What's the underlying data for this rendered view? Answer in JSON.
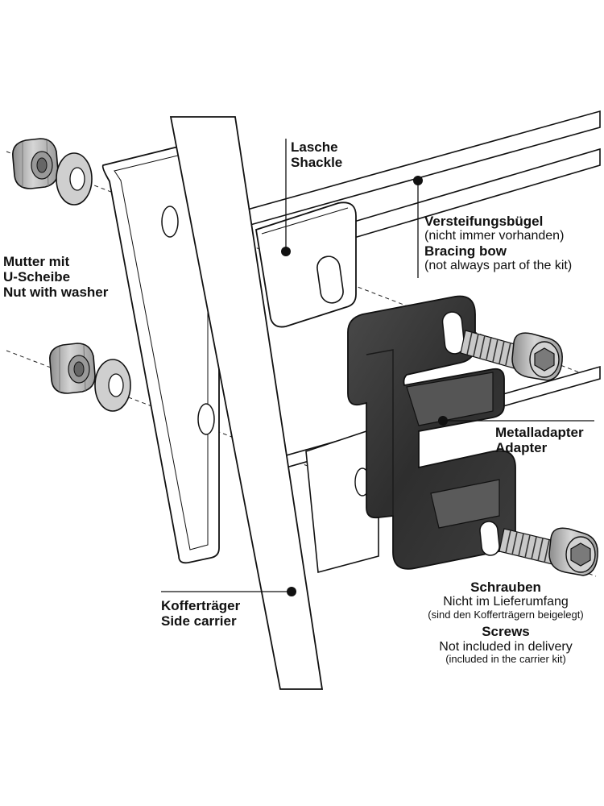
{
  "labels": {
    "nut": {
      "l1": "Mutter mit",
      "l2": "U-Scheibe",
      "l3": "Nut with washer"
    },
    "shackle": {
      "l1": "Lasche",
      "l2": "Shackle"
    },
    "bracing": {
      "l1": "Versteifungsbügel",
      "l2": "(nicht immer vorhanden)",
      "l3": "Bracing bow",
      "l4": "(not always part of the kit)"
    },
    "adapter": {
      "l1": "Metalladapter",
      "l2": "Adapter"
    },
    "carrier": {
      "l1": "Kofferträger",
      "l2": "Side carrier"
    },
    "screws": {
      "l1": "Schrauben",
      "l2": "Nicht im Lieferumfang",
      "l3": "(sind den Kofferträgern beigelegt)",
      "l4": "Screws",
      "l5": "Not included in delivery",
      "l6": "(included in the carrier kit)"
    }
  },
  "colors": {
    "ink": "#111111",
    "metal": "#b4b4b4",
    "adapter": "#3a3a3a"
  }
}
